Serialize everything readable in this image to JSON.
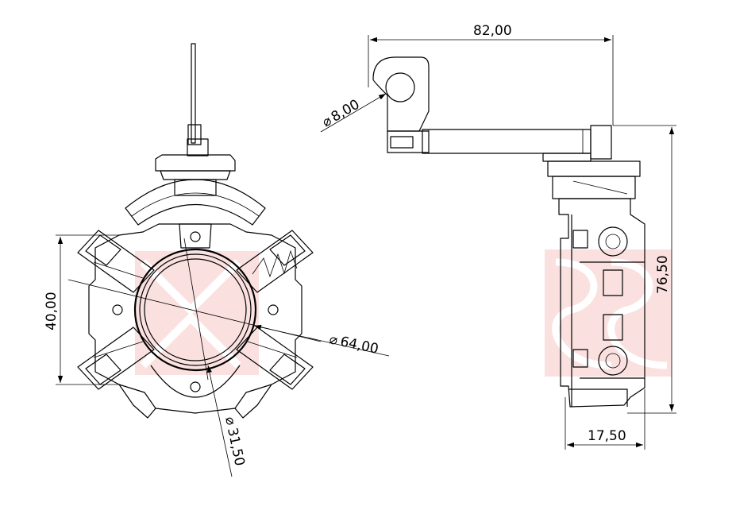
{
  "dimensions": {
    "width_total": "82,00",
    "hole_diameter": "8,00",
    "height_left": "40,00",
    "outer_diameter": "64,00",
    "inner_diameter": "31,50",
    "height_right": "76,50",
    "depth": "17,50"
  },
  "colors": {
    "line": "#000000",
    "watermark": "#f6c9c6"
  }
}
